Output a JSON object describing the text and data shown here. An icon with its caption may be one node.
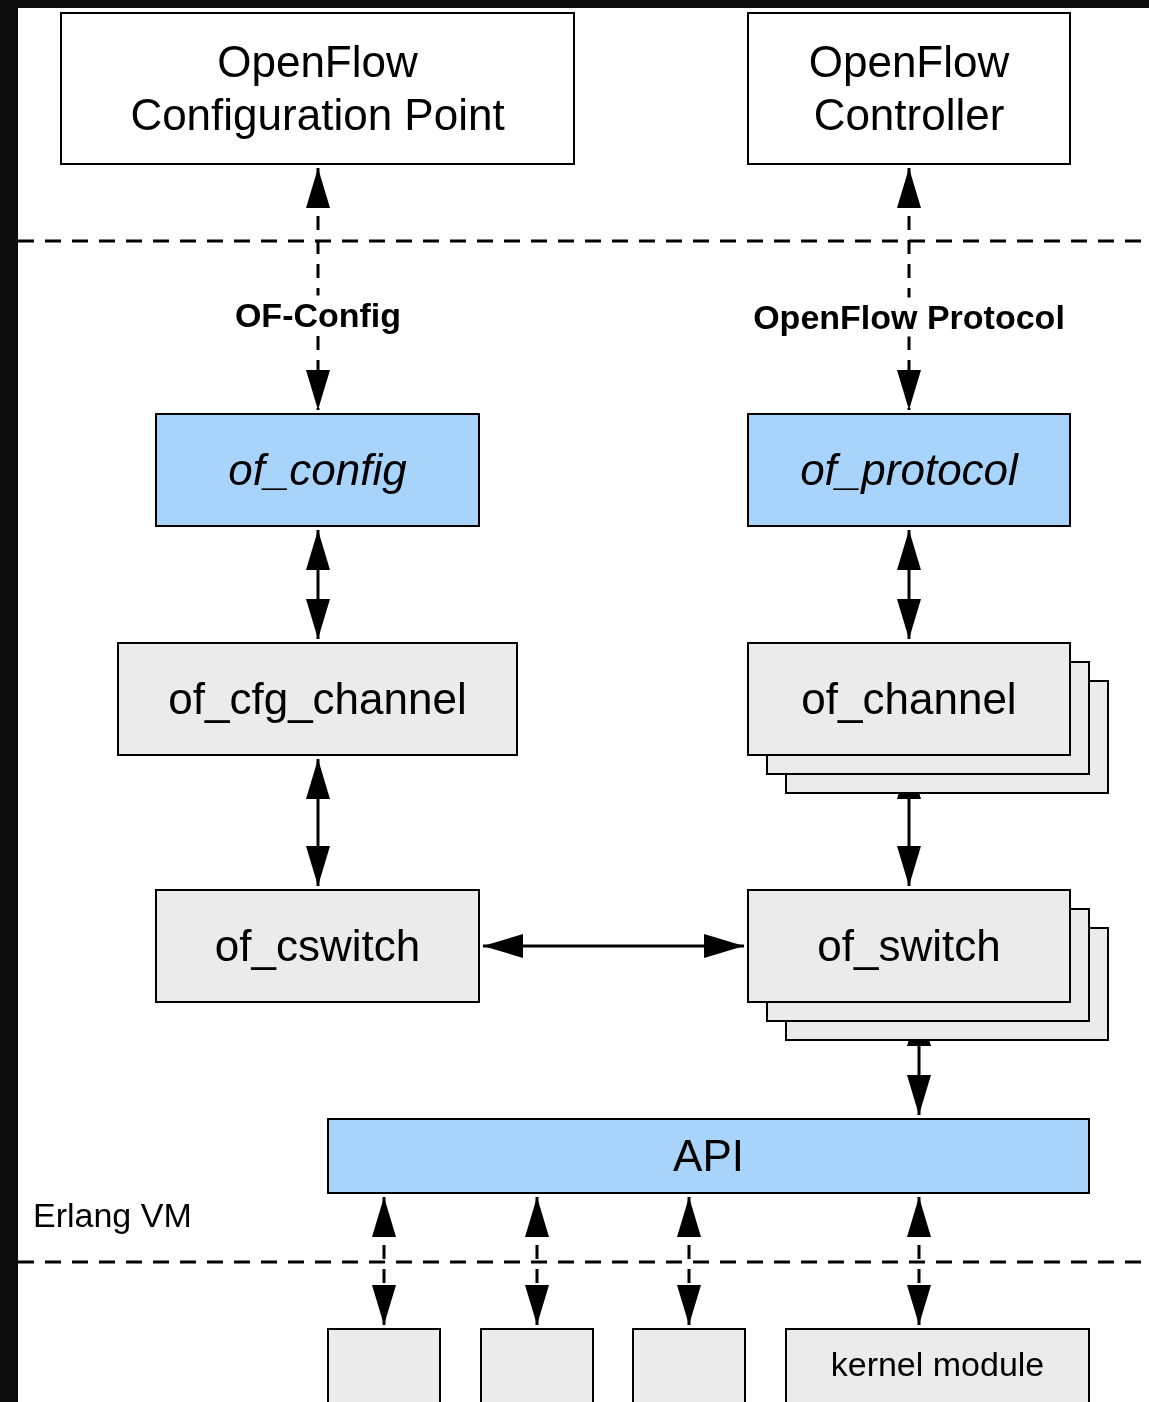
{
  "diagram": {
    "nodes": [
      {
        "text": [
          "OpenFlow Configuration Point"
        ]
      },
      {
        "text": [
          "OpenFlow Controller"
        ]
      },
      {
        "text": [
          "of_config"
        ]
      },
      {
        "text": [
          "of_protocol"
        ]
      },
      {
        "text": [
          "of_cfg_channel"
        ]
      },
      {
        "text": [
          "of_channel"
        ]
      },
      {
        "text": [
          "of_cswitch"
        ]
      },
      {
        "text": [
          "of_switch"
        ]
      },
      {
        "text": [
          "API"
        ]
      },
      {
        "text": [],
        "shape": "box"
      },
      {
        "text": [],
        "shape": "box"
      },
      {
        "text": [],
        "shape": "box"
      },
      {
        "text": [
          "kernel module"
        ]
      }
    ],
    "edges": [
      {
        "from": 0,
        "to": 2,
        "arrow": "both",
        "style": "dashed",
        "label": "OF-Config"
      },
      {
        "from": 1,
        "to": 3,
        "arrow": "both",
        "style": "dashed",
        "label": "OpenFlow Protocol"
      },
      {
        "from": 2,
        "to": 4,
        "arrow": "both"
      },
      {
        "from": 3,
        "to": 5,
        "arrow": "both"
      },
      {
        "from": 4,
        "to": 6,
        "arrow": "both"
      },
      {
        "from": 5,
        "to": 7,
        "arrow": "both"
      },
      {
        "from": 6,
        "to": 7,
        "arrow": "both"
      },
      {
        "from": 7,
        "to": 8,
        "arrow": "both"
      },
      {
        "from": 8,
        "to": 9,
        "arrow": "both",
        "style": "dashed"
      },
      {
        "from": 8,
        "to": 10,
        "arrow": "both",
        "style": "dashed"
      },
      {
        "from": 8,
        "to": 11,
        "arrow": "both",
        "style": "dashed"
      },
      {
        "from": 8,
        "to": 12,
        "arrow": "both",
        "style": "dashed"
      }
    ],
    "labels": [
      "Erlang VM"
    ]
  }
}
